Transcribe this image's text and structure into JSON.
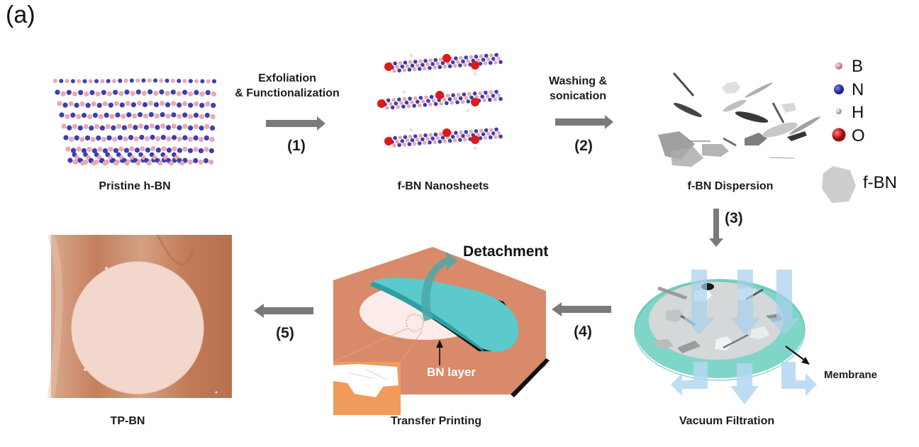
{
  "figure": {
    "panel_label": "(a)",
    "stages": {
      "pristine": {
        "caption": "Pristine h-BN"
      },
      "nanosheets": {
        "caption": "f-BN Nanosheets"
      },
      "dispersion": {
        "caption": "f-BN Dispersion"
      },
      "filtration": {
        "caption": "Vacuum Filtration",
        "membrane_label": "Membrane"
      },
      "transfer": {
        "caption": "Transfer Printing",
        "detachment_label": "Detachment",
        "bn_layer_label": "BN layer"
      },
      "product": {
        "caption": "TP-BN"
      }
    },
    "steps": [
      {
        "number": "(1)",
        "text_line1": "Exfoliation",
        "text_line2": "& Functionalization",
        "direction": "right"
      },
      {
        "number": "(2)",
        "text_line1": "Washing &",
        "text_line2": "sonication",
        "direction": "right"
      },
      {
        "number": "(3)",
        "text_line1": "",
        "text_line2": "",
        "direction": "down"
      },
      {
        "number": "(4)",
        "text_line1": "",
        "text_line2": "",
        "direction": "left"
      },
      {
        "number": "(5)",
        "text_line1": "",
        "text_line2": "",
        "direction": "left"
      }
    ],
    "legend": [
      {
        "symbol": "B",
        "icon": "boron-atom-icon",
        "color": "#e8a8b4"
      },
      {
        "symbol": "N",
        "icon": "nitrogen-atom-icon",
        "color": "#3a3fb0"
      },
      {
        "symbol": "H",
        "icon": "hydrogen-atom-icon",
        "color": "#d8d8d8"
      },
      {
        "symbol": "O",
        "icon": "oxygen-atom-icon",
        "color": "#e01818"
      },
      {
        "symbol": "f-BN",
        "icon": "fbn-hexagon-icon",
        "color": "#cfcfcf"
      }
    ],
    "colors": {
      "arrow": "#7a7a7a",
      "boron": "#e8a8b4",
      "nitrogen": "#3a3fb0",
      "oxygen": "#e01818",
      "membrane": "#7fd6c8",
      "stamp": "#5cc9cc",
      "substrate": "#d98a6a",
      "flow": "#b5d8f0",
      "photo_bg": "#c98a68",
      "photo_disk": "#f3d6cc"
    }
  }
}
